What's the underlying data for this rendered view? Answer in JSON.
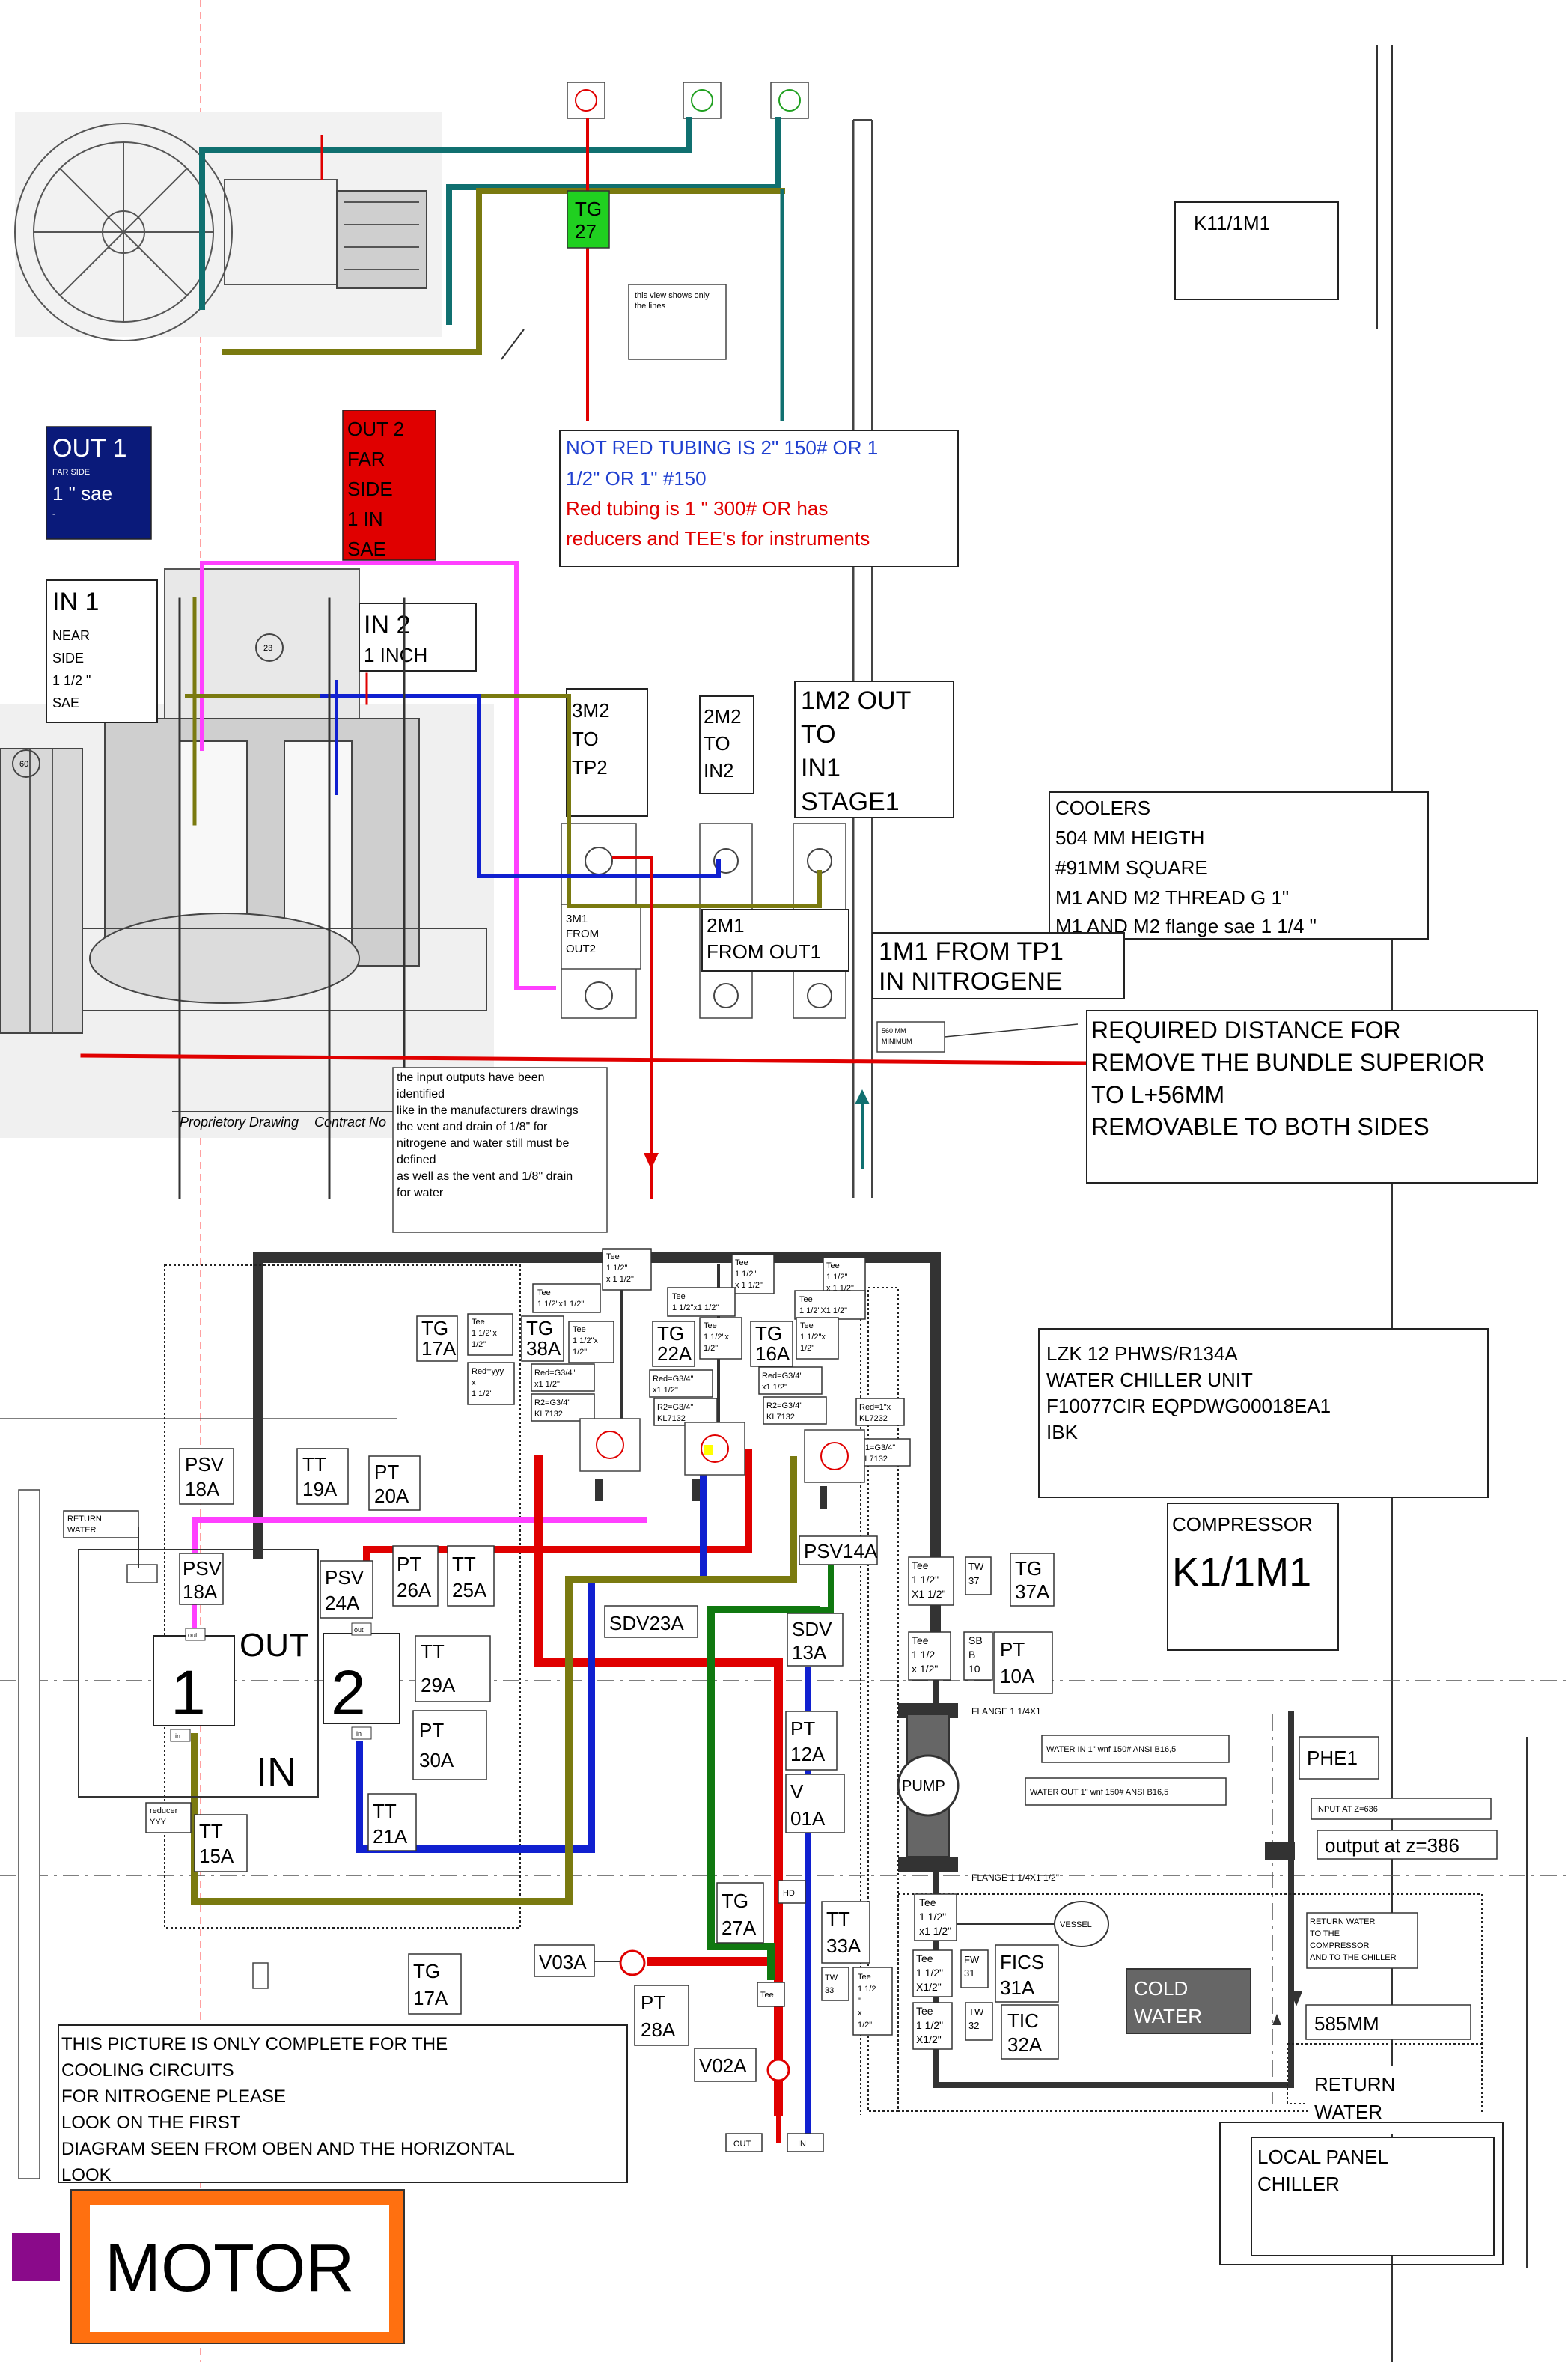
{
  "colors": {
    "red": "#e00000",
    "blue": "#1020d0",
    "magenta": "#ff40ff",
    "olive": "#7a7a10",
    "teal": "#107070",
    "green": "#107810",
    "black": "#333333",
    "navy": "#0a1a7a",
    "orange": "#ff7010",
    "purple": "#8a0a8a",
    "lime": "#20d020",
    "note_blue": "#2040d0"
  },
  "icons": [
    "fan-pulley-sketch-icon",
    "compressor-section-sketch-icon",
    "cooler-shell-icon",
    "pump-icon",
    "vessel-icon",
    "flow-arrow-icon"
  ],
  "labels": {
    "tg27": [
      "TG",
      "27"
    ],
    "view_note": [
      "this view shows only",
      "the lines"
    ],
    "tubing_note": [
      "NOT RED TUBING IS 2\" 150# OR 1",
      "1/2\" OR 1\" #150",
      "Red tubing is 1 \" 300# OR  has",
      "reducers and TEE's for instruments"
    ],
    "k11": "K11/1M1",
    "out1": [
      "OUT 1",
      "FAR SIDE",
      "1 \" sae",
      "-"
    ],
    "out2": [
      "OUT 2",
      "FAR",
      "SIDE",
      "1 IN",
      "SAE"
    ],
    "in1": [
      "IN 1",
      "NEAR",
      "SIDE",
      "1 1/2 \"",
      "SAE"
    ],
    "in2": [
      "IN 2",
      "1 INCH"
    ],
    "m3_2": [
      "3M2",
      "TO",
      "TP2"
    ],
    "m2_2": [
      "2M2",
      "TO",
      "IN2"
    ],
    "m1_2": [
      "1M2 OUT",
      "TO",
      "IN1",
      "STAGE1"
    ],
    "coolers": [
      "COOLERS",
      "504 MM HEIGTH",
      "#91MM SQUARE",
      "M1 AND M2 THREAD G  1\"",
      "M1 AND M2  flange sae   1 1/4 \""
    ],
    "m3_1": [
      "3M1",
      "FROM",
      "OUT2"
    ],
    "m2_1": [
      "2M1",
      "FROM OUT1"
    ],
    "m1_1": [
      "1M1 FROM TP1",
      "IN NITROGENE"
    ],
    "min_dist": [
      "560 MM",
      "MINIMUM"
    ],
    "bundle": [
      "REQUIRED DISTANCE FOR",
      "REMOVE THE BUNDLE SUPERIOR",
      "TO L+56MM",
      "REMOVABLE TO BOTH SIDES"
    ],
    "io_note": [
      "the input outputs have been",
      "identified",
      "like in the manufacturers drawings",
      "the vent and drain of 1/8\" for",
      "nitrogene and water still must be",
      "defined",
      "as well as the vent and  1/8\" drain",
      "for water"
    ],
    "drawing_footer": [
      "Proprietory Drawing",
      "Contract  No"
    ],
    "tee_a": [
      "Tee",
      "1 1/2\"",
      "x 1 1/2\""
    ],
    "tee_b": [
      "Tee",
      "1 1/2\"",
      "x 1 1/2\""
    ],
    "tee_c": [
      "Tee",
      "1 1/2\"",
      "x 1 1/2\""
    ],
    "tee_d": [
      "Tee",
      "1 1/2\"x1 1/2\""
    ],
    "tee_e": [
      "Tee",
      "1 1/2\"x1 1/2\""
    ],
    "tee_f": [
      "Tee",
      "1 1/2\"X1 1/2\""
    ],
    "tg17a_top": [
      "TG",
      "17A"
    ],
    "tee_g": [
      "Tee",
      "1 1/2\"x",
      "1/2\""
    ],
    "tg38a": [
      "TG",
      "38A"
    ],
    "tee_h": [
      "Tee",
      "1 1/2\"x",
      "1/2\""
    ],
    "tg22a": [
      "TG",
      "22A"
    ],
    "tee_i": [
      "Tee",
      "1 1/2\"x",
      "1/2\""
    ],
    "tg16a": [
      "TG",
      "16A"
    ],
    "tee_j": [
      "Tee",
      "1 1/2\"x",
      "1/2\""
    ],
    "red_yyy": [
      "Red=yyy",
      "x",
      "1 1/2\""
    ],
    "red_g34_a": [
      "Red=G3/4\"",
      "x1 1/2\""
    ],
    "r2_a": [
      "R2=G3/4\"",
      "KL7132"
    ],
    "red_g34_b": [
      "Red=G3/4\"",
      "x1 1/2\""
    ],
    "r2_b": [
      "R2=G3/4\"",
      "KL7132"
    ],
    "red_g34_c": [
      "Red=G3/4\"",
      "x1 1/2\""
    ],
    "r2_c": [
      "R2=G3/4\"",
      "KL7132"
    ],
    "red_1": [
      "Red=1\"x",
      "KL7232"
    ],
    "r1": [
      "R1=G3/4\"",
      "KL7132"
    ],
    "psv18a_top": [
      "PSV",
      "18A"
    ],
    "tt19a": [
      "TT",
      "19A"
    ],
    "pt20a": [
      "PT",
      "20A"
    ],
    "lzk": [
      "LZK 12 PHWS/R134A",
      "WATER CHILLER UNIT",
      "F10077CIR EQPDWG00018EA1",
      "IBK"
    ],
    "return_water_small": [
      "RETURN",
      "WATER"
    ],
    "psv18a": [
      "PSV",
      "18A"
    ],
    "psv24a": [
      "PSV",
      "24A"
    ],
    "pt26a": [
      "PT",
      "26A"
    ],
    "tt25a": [
      "TT",
      "25A"
    ],
    "out_big": "OUT",
    "one": "1",
    "two": "2",
    "in_big": "IN",
    "out_tiny1": "out",
    "out_tiny2": "out",
    "in_tiny1": "in",
    "in_tiny2": "in",
    "tt29a": [
      "TT",
      "29A"
    ],
    "pt30a": [
      "PT",
      "30A"
    ],
    "psv14a": "PSV14A",
    "sdv23a": "SDV23A",
    "sdv13a": [
      "SDV",
      "13A"
    ],
    "compressor": [
      "COMPRESSOR",
      "K1/1M1"
    ],
    "tee_k": [
      "Tee",
      "1 1/2\"",
      "X1 1/2\""
    ],
    "tw37": [
      "TW",
      "37"
    ],
    "tg37a": [
      "TG",
      "37A"
    ],
    "tee_l": [
      "Tee",
      "1 1/2",
      "x 1/2\""
    ],
    "sb10": [
      "SB",
      "B",
      "10"
    ],
    "pt10a": [
      "PT",
      "10A"
    ],
    "flange_top": "FLANGE  1 1/4X1",
    "pt12a": [
      "PT",
      "12A"
    ],
    "water_in": "WATER IN 1\"  wnf 150# ANSI B16,5",
    "water_out": "WATER OUT 1\"  wnf 150# ANSI B16,5",
    "phe1": "PHE1",
    "pump": "PUMP",
    "v01a": [
      "V",
      "01A"
    ],
    "input_z": "INPUT AT Z=636",
    "output_z": "output at z=386",
    "reducer": [
      "reducer",
      "YYY"
    ],
    "tt15a": [
      "TT",
      "15A"
    ],
    "tt21a": [
      "TT",
      "21A"
    ],
    "hd": "HD",
    "tg27a": [
      "TG",
      "27A"
    ],
    "tt33a": [
      "TT",
      "33A"
    ],
    "flange_bottom": "FLANGE  1 1/4X1 1/2\"",
    "tee_m": [
      "Tee",
      "1 1/2\"",
      "x1 1/2\""
    ],
    "vessel": "VESSEL",
    "return_chiller": [
      "RETURN WATER",
      "TO THE",
      "COMPRESSOR",
      "AND  TO THE CHILLER"
    ],
    "tg17a_bottom": [
      "TG",
      "17A"
    ],
    "v03a": "V03A",
    "pt28a": [
      "PT",
      "28A"
    ],
    "tee_n": "Tee",
    "tw33": [
      "TW",
      "33"
    ],
    "tee_o": [
      "Tee",
      "1 1/2",
      "\"",
      "x",
      "1/2\""
    ],
    "tee_p": [
      "Tee",
      "1 1/2\"",
      "X1/2\""
    ],
    "fw31": [
      "FW",
      "31"
    ],
    "fics31a": [
      "FICS",
      "31A"
    ],
    "cold_water": [
      "COLD",
      "WATER"
    ],
    "mm585": "585MM",
    "tee_q": [
      "Tee",
      "1 1/2\"",
      "X1/2\""
    ],
    "tw32": [
      "TW",
      "32"
    ],
    "tic32a": [
      "TIC",
      "32A"
    ],
    "bottom_note": [
      "THIS PICTURE IS ONLY COMPLETE FOR THE",
      "COOLING CIRCUITS",
      "FOR NITROGENE PLEASE",
      "LOOK ON THE FIRST",
      "DIAGRAM SEEN FROM OBEN AND THE HORIZONTAL",
      "LOOK"
    ],
    "v02a": "V02A",
    "return_water_big": [
      "RETURN",
      "WATER"
    ],
    "local_panel": [
      "LOCAL PANEL",
      "CHILLER"
    ],
    "out_small": "OUT",
    "in_small": "IN",
    "motor": "MOTOR"
  }
}
